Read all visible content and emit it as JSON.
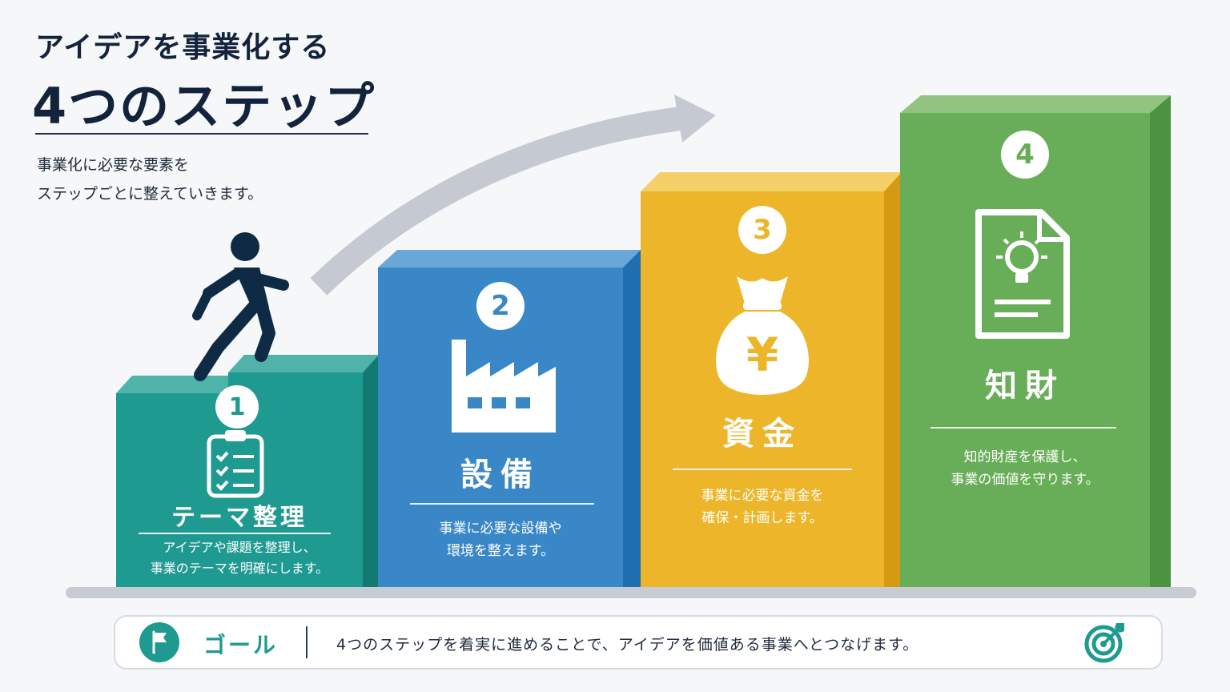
{
  "header": {
    "title_line1": "アイデアを事業化する",
    "title_line2": "4つのステップ",
    "intro_line1": "事業化に必要な要素を",
    "intro_line2": "ステップごとに整えていきます。"
  },
  "steps": [
    {
      "number": "1",
      "label": "テーマ整理",
      "desc_line1": "アイデアや課題を整理し、",
      "desc_line2": "事業のテーマを明確にします。",
      "icon": "clipboard-checklist-icon",
      "color": "#1f9a90"
    },
    {
      "number": "2",
      "label": "設備",
      "desc_line1": "事業に必要な設備や",
      "desc_line2": "環境を整えます。",
      "icon": "factory-icon",
      "color": "#3a87c8"
    },
    {
      "number": "3",
      "label": "資金",
      "desc_line1": "事業に必要な資金を",
      "desc_line2": "確保・計画します。",
      "icon": "yen-money-bag-icon",
      "color": "#edb62a"
    },
    {
      "number": "4",
      "label": "知財",
      "desc_line1": "知的財産を保護し、",
      "desc_line2": "事業の価値を守ります。",
      "icon": "idea-document-icon",
      "color": "#68ad57"
    }
  ],
  "goal": {
    "title": "ゴール",
    "text": "4つのステップを着実に進めることで、アイデアを価値ある事業へとつなげます。",
    "flag_icon": "flag-icon",
    "target_icon": "target-icon"
  },
  "decorations": {
    "person_icon": "walking-person-icon",
    "arrow_icon": "upward-curve-arrow-icon"
  }
}
